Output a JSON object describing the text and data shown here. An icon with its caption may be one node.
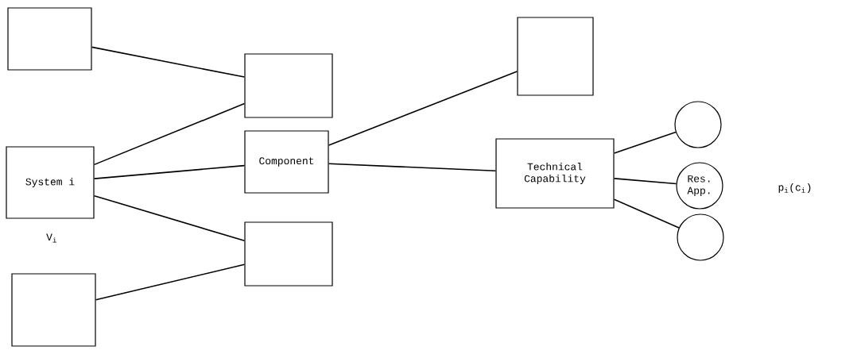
{
  "diagram": {
    "nodes": [
      {
        "text": [],
        "shape": "box"
      },
      {
        "text": [
          "System i"
        ],
        "beside": [
          "V$_{i}$"
        ]
      },
      {
        "text": [],
        "shape": "box"
      },
      {
        "text": [],
        "shape": "box"
      },
      {
        "text": [
          "Component"
        ]
      },
      {
        "text": [],
        "shape": "box"
      },
      {
        "text": [],
        "shape": "box"
      },
      {
        "text": [
          "Technical Capability"
        ]
      },
      {
        "text": [],
        "shape": "circle"
      },
      {
        "text": [
          "Res. App."
        ]
      },
      {
        "text": [],
        "shape": "circle"
      }
    ],
    "edges": [
      {
        "from": 0,
        "to": 3,
        "arrow": "none"
      },
      {
        "from": 1,
        "to": 3,
        "arrow": "none"
      },
      {
        "from": 1,
        "to": 4,
        "arrow": "none"
      },
      {
        "from": 1,
        "to": 5,
        "arrow": "none"
      },
      {
        "from": 2,
        "to": 5,
        "arrow": "none"
      },
      {
        "from": 4,
        "to": 6,
        "arrow": "none"
      },
      {
        "from": 4,
        "to": 7,
        "arrow": "none"
      },
      {
        "from": 7,
        "to": 8,
        "arrow": "none"
      },
      {
        "from": 7,
        "to": 9,
        "arrow": "none"
      },
      {
        "from": 7,
        "to": 10,
        "arrow": "none"
      }
    ],
    "labels": [
      "p$_{i}$(c$_{i}$)"
    ]
  }
}
